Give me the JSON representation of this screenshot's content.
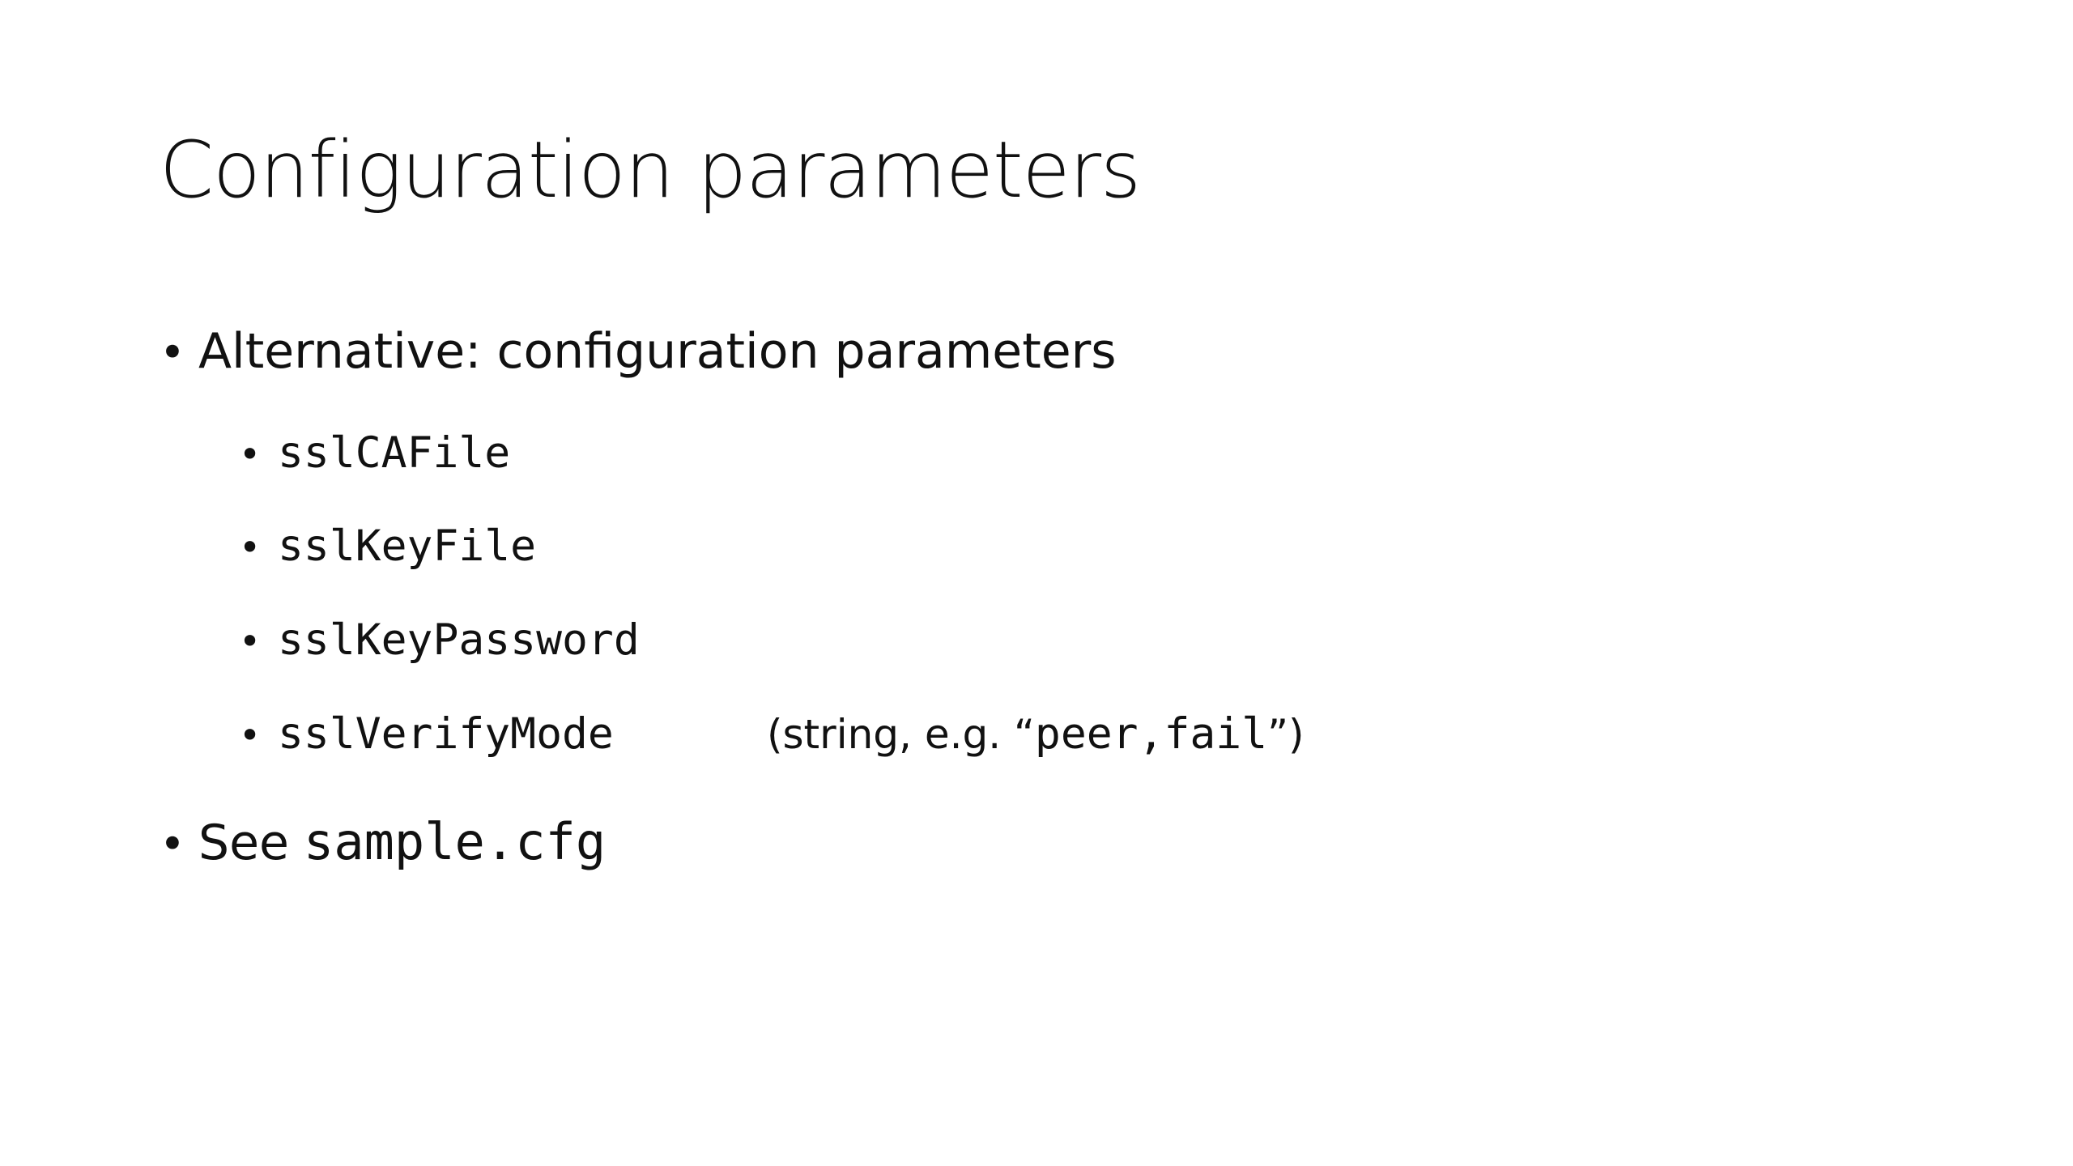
{
  "slide": {
    "title": "Configuration parameters",
    "bullets": [
      {
        "text": "Alternative: configuration parameters",
        "subitems": [
          {
            "code": "sslCAFile"
          },
          {
            "code": "sslKeyFile"
          },
          {
            "code": "sslKeyPassword"
          },
          {
            "code": "sslVerifyMode",
            "note_prefix": "(string, e.g. “",
            "note_code": "peer,fail",
            "note_suffix": "”)"
          }
        ]
      },
      {
        "prefix": "See",
        "code": "sample.cfg"
      }
    ],
    "bullet_glyph": "•"
  }
}
